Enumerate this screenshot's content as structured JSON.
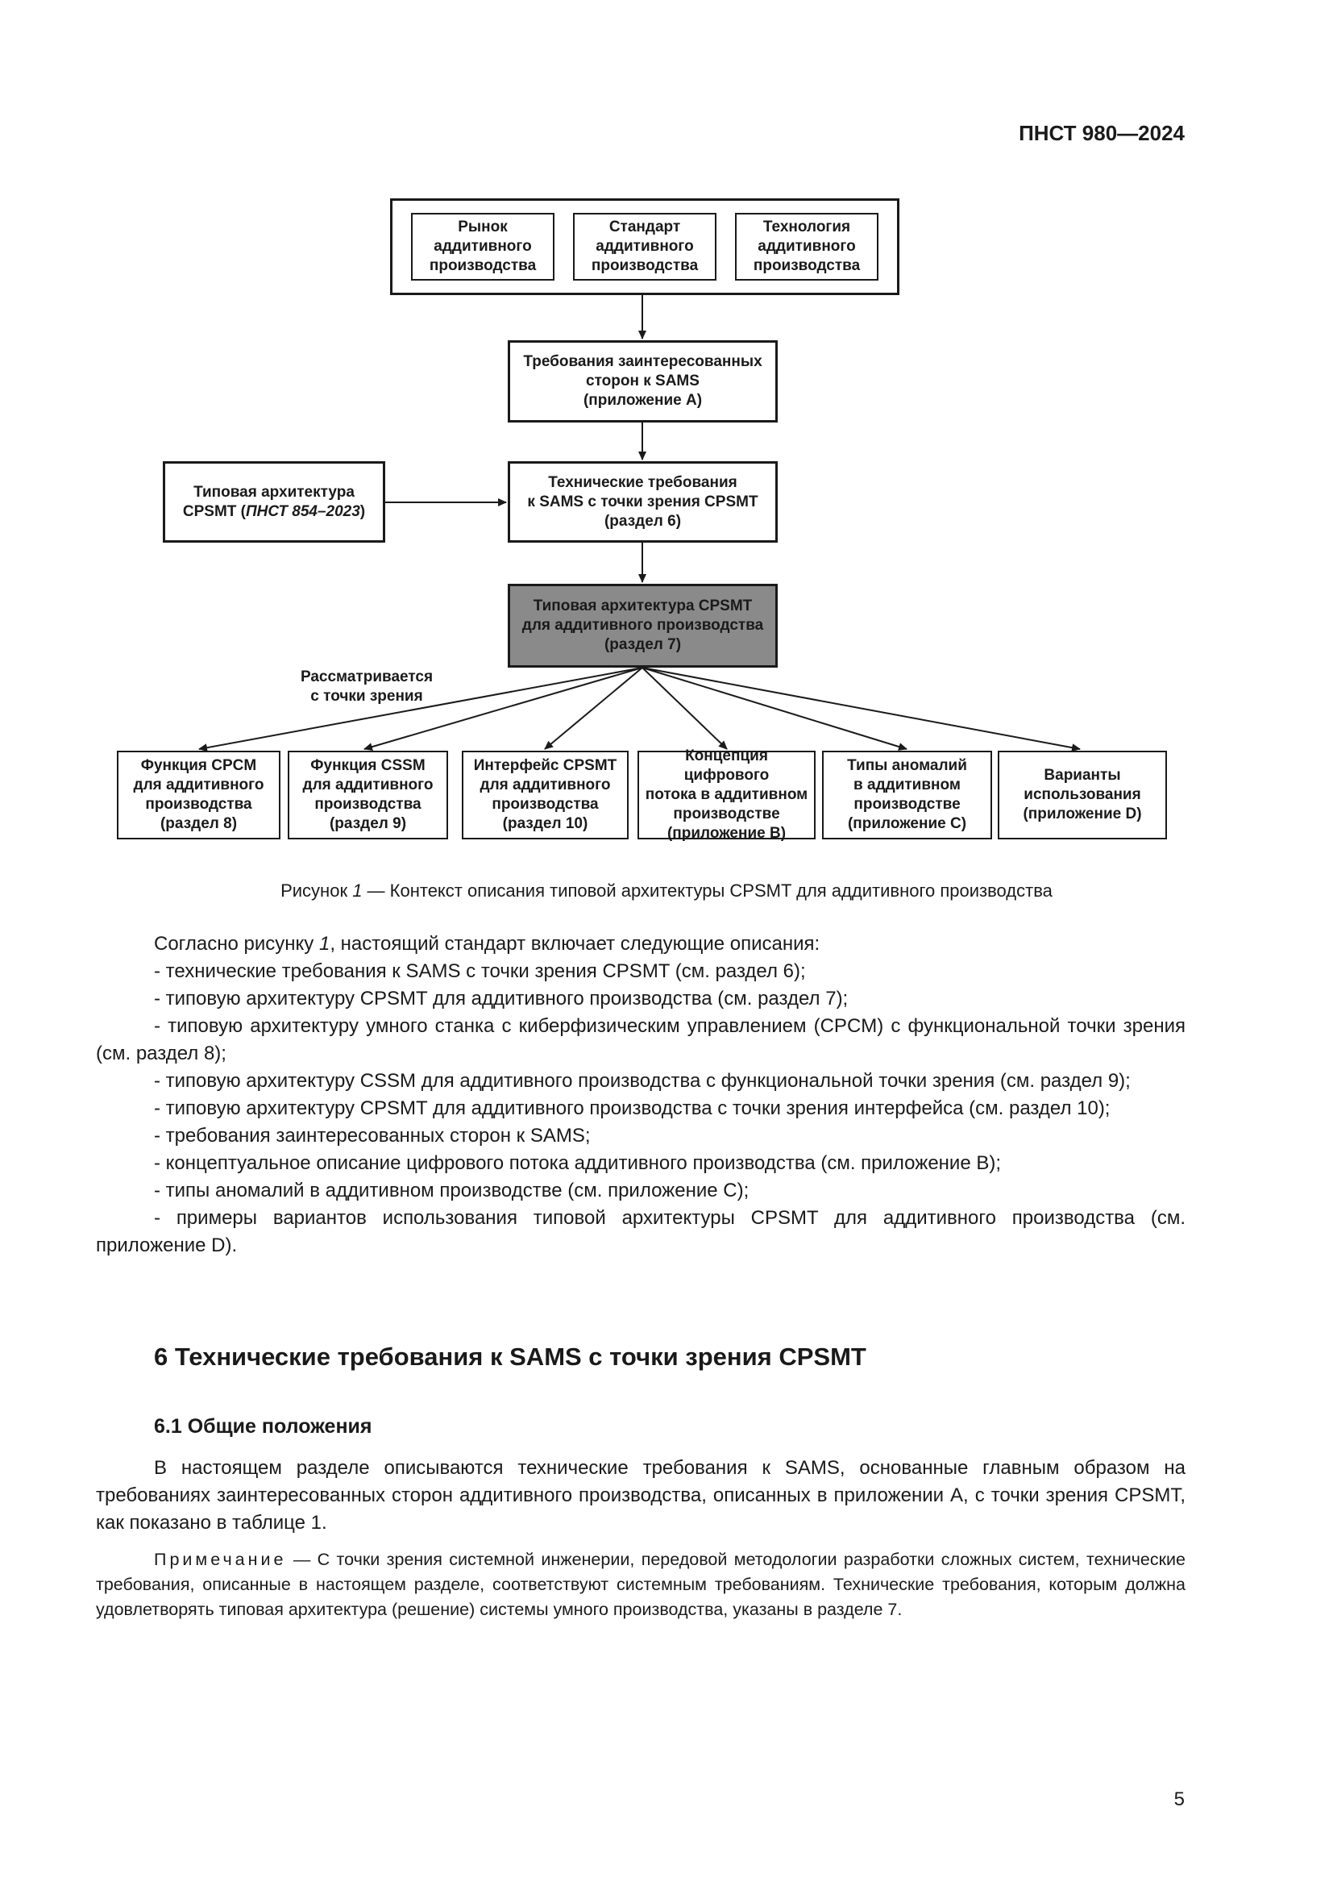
{
  "header": {
    "doc_number": "ПНСТ 980—2024"
  },
  "diagram": {
    "top": [
      "Рынок аддитивного производства",
      "Стандарт аддитивного производства",
      "Технология аддитивного производства"
    ],
    "stakeholders": [
      "Требования заинтересованных",
      "сторон к SAMS",
      "(приложение А)"
    ],
    "technical": [
      "Технические требования",
      "к SAMS с точки зрения CPSMT",
      "(раздел 6)"
    ],
    "reference": {
      "line1": "Типовая архитектура",
      "line2": "CPSMT (",
      "line2_italic": "ПНСТ 854–2023",
      "line2_end": ")"
    },
    "architecture": [
      "Типовая архитектура CPSMT",
      "для аддитивного производства",
      "(раздел 7)"
    ],
    "viewpoint_label": [
      "Рассматривается",
      "с точки зрения"
    ],
    "bottom": [
      [
        "Функция CPCM",
        "для аддитивного",
        "производства",
        "(раздел 8)"
      ],
      [
        "Функция CSSM",
        "для аддитивного",
        "производства",
        "(раздел 9)"
      ],
      [
        "Интерфейс CPSMT",
        "для аддитивного",
        "производства",
        "(раздел 10)"
      ],
      [
        "Концепция цифрового",
        "потока в аддитивном",
        "производстве",
        "(приложение В)"
      ],
      [
        "Типы аномалий",
        "в аддитивном",
        "производстве",
        "(приложение С)"
      ],
      [
        "Варианты",
        "использования",
        "(приложение D)"
      ]
    ]
  },
  "caption": {
    "prefix": "Рисунок ",
    "num": "1",
    "text": " — Контекст описания типовой архитектуры CPSMT для аддитивного производства"
  },
  "intro": {
    "pre": "Согласно рисунку ",
    "num": "1",
    "post": ", настоящий стандарт включает следующие описания:"
  },
  "list": [
    "- технические требования к SAMS с точки зрения CPSMT (см. раздел 6);",
    "- типовую архитектуру CPSMT для аддитивного производства (см. раздел 7);",
    "- типовую архитектуру умного станка с киберфизическим управлением (CPCM) с функциональной точки зрения (см. раздел 8);",
    "- типовую архитектуру CSSM для аддитивного производства с функциональной точки зрения (см. раздел 9);",
    "- типовую архитектуру CPSMT для аддитивного производства с точки зрения интерфейса (см. раз­дел 10);",
    "- требования заинтересованных сторон к SAMS;",
    "- концептуальное описание цифрового потока аддитивного производства (см. приложение В);",
    "- типы аномалий в аддитивном производстве (см. приложение С);",
    "- примеры вариантов использования типовой архитектуры CPSMT для аддитивного производства (см. приложение D)."
  ],
  "section": {
    "heading": "6 Технические требования к SAMS с точки зрения CPSMT",
    "subheading": "6.1 Общие положения"
  },
  "section_text": "В настоящем разделе описываются технические требования к SAMS, основанные главным обра­зом на требованиях заинтересованных сторон аддитивного производства, описанных в приложении А, с точки зрения CPSMT, как показано в таблице 1.",
  "note": {
    "label": "Примечание",
    "text": " — С точки зрения системной инженерии, передовой методологии разработки сложных систем, технические требования, описанные в настоящем разделе, соответствуют системным требованиям. Техни­ческие требования, которым должна удовлетворять типовая архитектура (решение) системы умного производства, указаны в разделе 7."
  },
  "page_number": "5"
}
